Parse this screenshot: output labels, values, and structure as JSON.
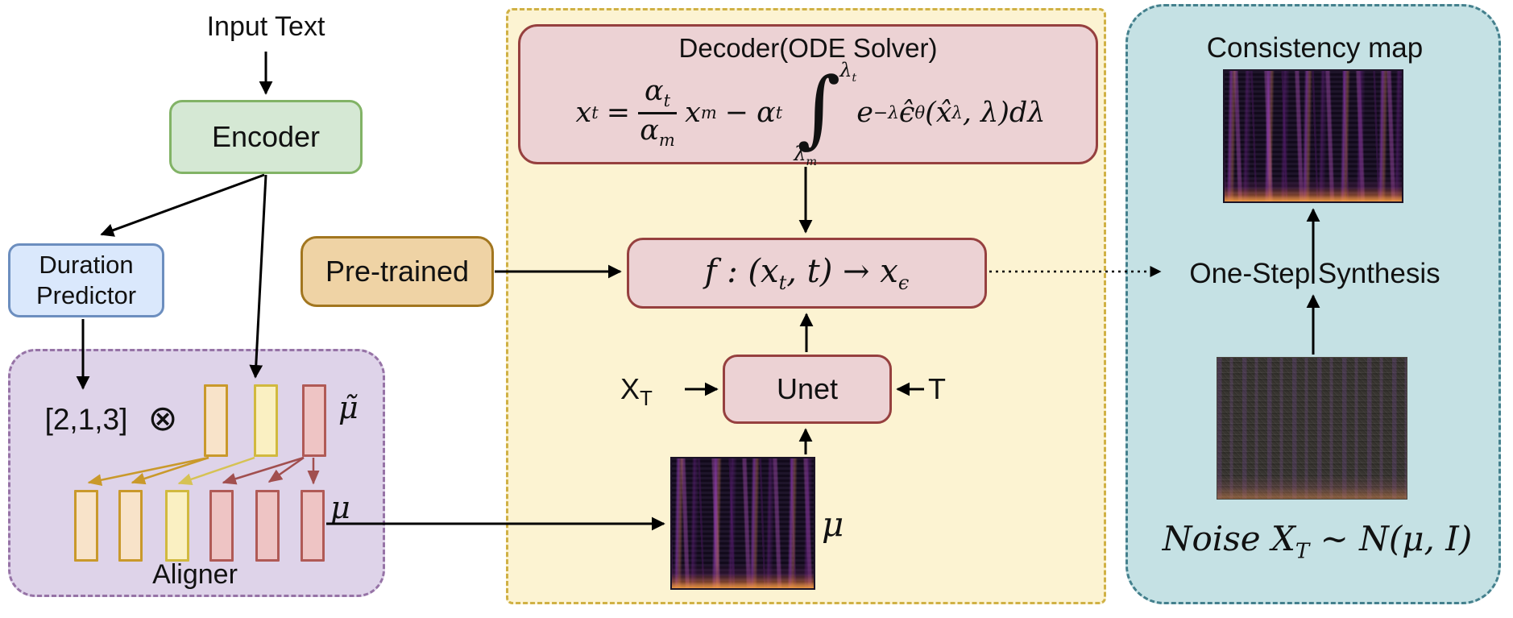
{
  "figure": {
    "left": {
      "input_text": "Input Text",
      "encoder_label": "Encoder",
      "duration_predictor_line1": "Duration",
      "duration_predictor_line2": "Predictor",
      "aligner": {
        "durations_vector": "[2,1,3]",
        "otimes_symbol": "⊗",
        "mu_tilde_label": "μ̃",
        "mu_label": "μ",
        "aligner_label": "Aligner"
      }
    },
    "middle": {
      "pretrained_label": "Pre-trained",
      "decoder_title": "Decoder(ODE Solver)",
      "formula": {
        "x1": "x",
        "x1_sub": "t",
        "equals": "=",
        "num_base": "α",
        "num_sub": "t",
        "den_base": "α",
        "den_sub": "m",
        "x2": "x",
        "x2_sub": "m",
        "minus": "−",
        "alpha2": "α",
        "alpha2_sub": "t",
        "integral_sign": "∫",
        "upper_limit_base": "λ",
        "upper_limit_sub": "t",
        "lower_limit_base": "λ",
        "lower_limit_sub": "m",
        "e_base": "e",
        "e_sup": "−λ",
        "eps_hat": "ϵ̂",
        "eps_sub": "θ",
        "paren_open": "(",
        "x_hat": "x̂",
        "x_hat_sub": "λ",
        "tail": ", λ)dλ"
      },
      "f_label": {
        "pre": "f : (x",
        "sub1": "t",
        "mid": ", t) → x",
        "sub2": "ϵ"
      },
      "unet_label": "Unet",
      "xt_label": {
        "base": "X",
        "sub": "T"
      },
      "t_label": "T",
      "mu_label": "μ"
    },
    "right": {
      "consistency_map_label": "Consistency map",
      "one_step_label": "One-Step Synthesis",
      "noise_label": {
        "pre": "Noise X",
        "sub": "T",
        "post": " ∼ N(μ, I)"
      }
    },
    "colors": {
      "encoder_fill": "#d5e8d4",
      "encoder_stroke": "#82b366",
      "duration_fill": "#dae8fc",
      "duration_stroke": "#6c8ebf",
      "aligner_panel_fill": "#ded3e9",
      "aligner_panel_stroke": "#9673a6",
      "yellow_panel_fill": "#fcf3d2",
      "yellow_panel_stroke": "#d0b145",
      "pink_fill": "#ecd2d4",
      "pink_stroke": "#96403f",
      "pretrained_fill": "#efd3a5",
      "pretrained_stroke": "#a2761f",
      "teal_panel_fill": "#c5e1e4",
      "teal_panel_stroke": "#44808d",
      "bar_gold_fill": "#f8e3c9",
      "bar_gold_stroke": "#c9992b",
      "bar_yellow_fill": "#faf0c2",
      "bar_yellow_stroke": "#d1b93e",
      "bar_pink_fill": "#eec4c4",
      "bar_pink_stroke": "#b05a56",
      "arrow_black": "#000000",
      "arrow_gold": "#c9992b",
      "arrow_pale_yellow": "#d6c254",
      "arrow_red": "#a14f4f"
    }
  }
}
